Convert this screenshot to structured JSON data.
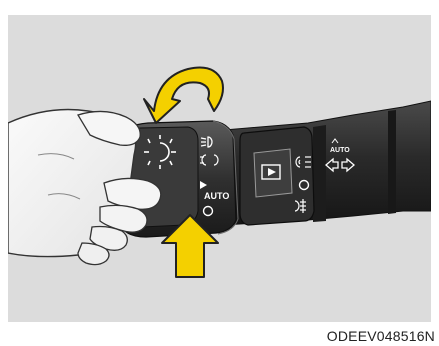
{
  "figure": {
    "code": "ODEEV048516N",
    "switch_labels": {
      "auto_inner": "AUTO",
      "auto_outer": "AUTO"
    }
  },
  "icons": {
    "rotate_arrow": "rotate-arrow-icon",
    "push_arrow": "up-arrow-icon",
    "light_symbol": "light-sun-icon",
    "low_beam": "low-beam-icon",
    "parking_light": "parking-light-icon",
    "off_mark": "off-circle-icon",
    "front_fog": "front-fog-icon",
    "rear_fog": "rear-fog-icon",
    "turn_signal": "turn-signal-icon",
    "play_button": "play-button-icon"
  },
  "colors": {
    "panel_bg": "#dcdcdc",
    "arrow_fill": "#f4d000",
    "arrow_stroke": "#222222",
    "stalk_dark": "#262626",
    "stalk_mid": "#3a3a3a",
    "hand_skin": "#f1f1f1"
  }
}
